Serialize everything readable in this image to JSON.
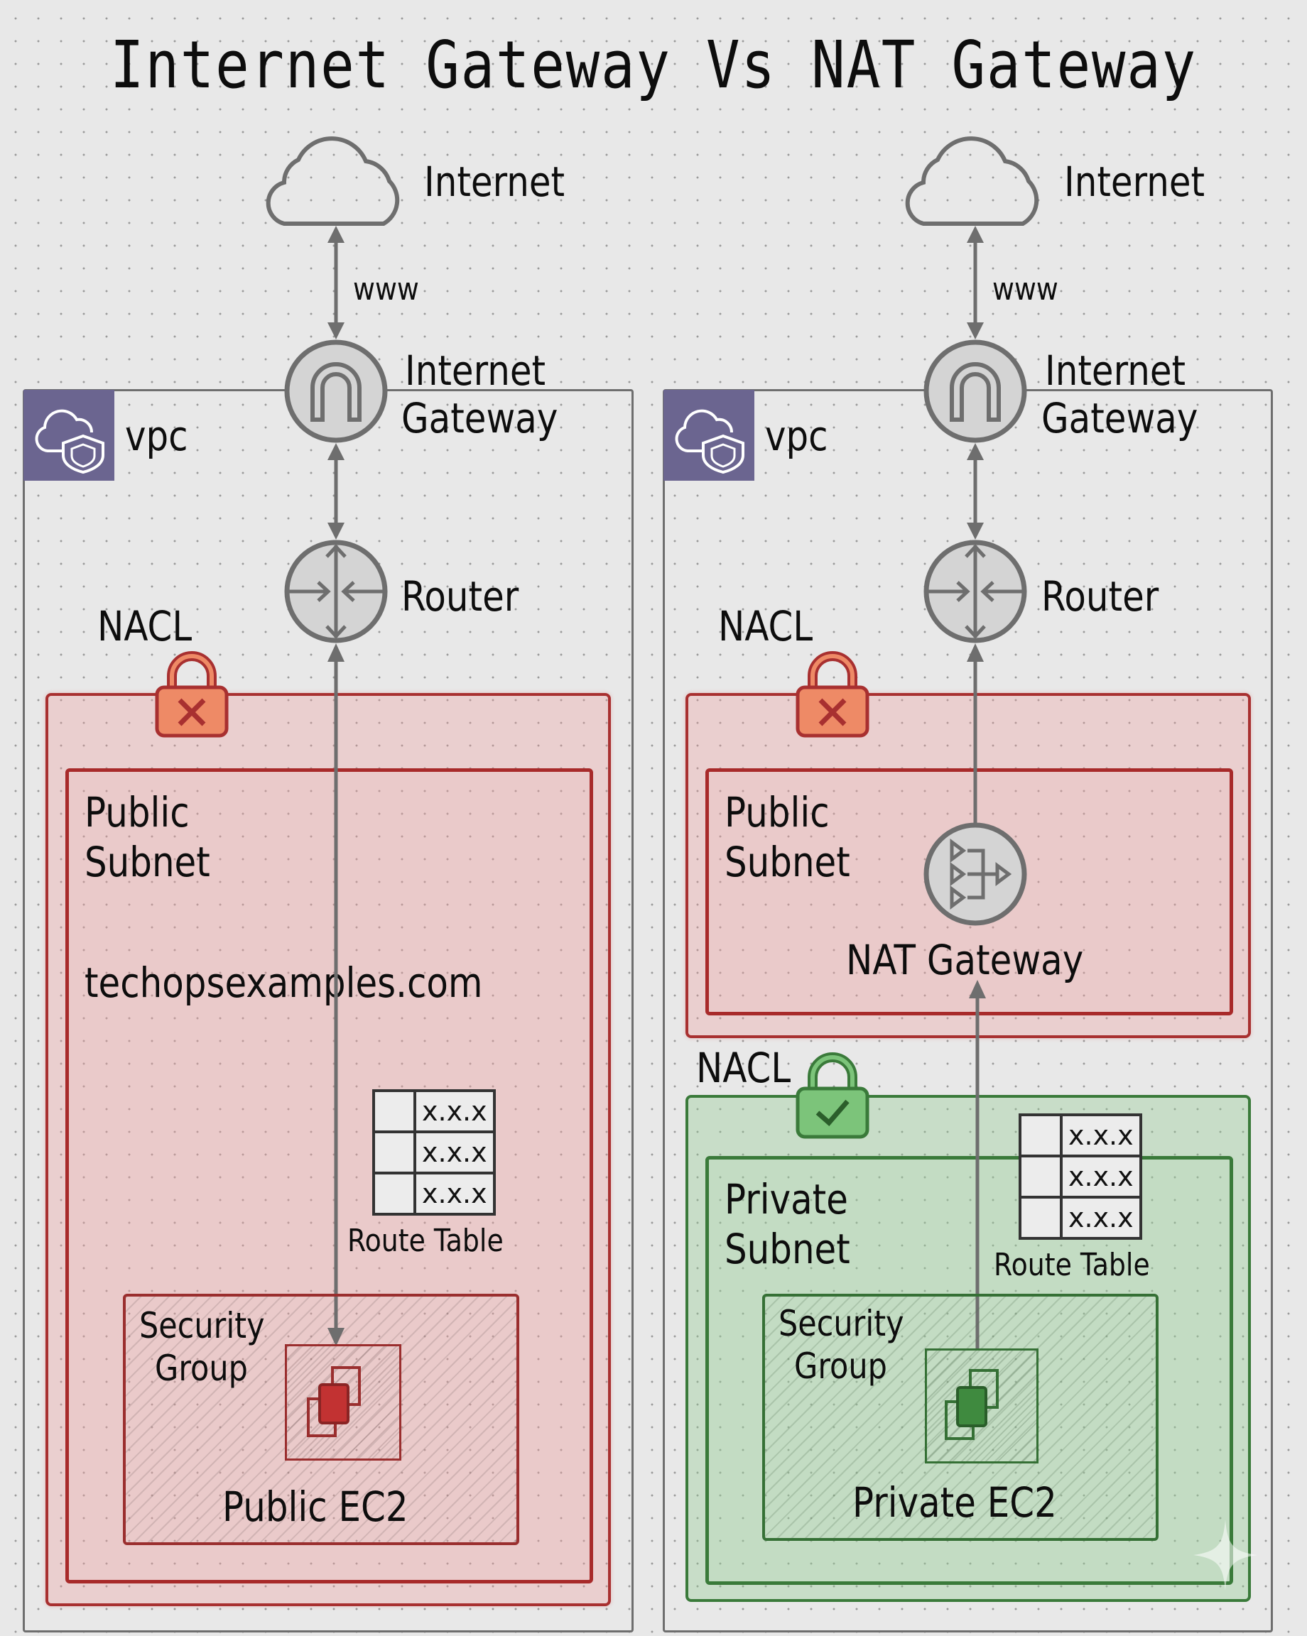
{
  "title": "Internet Gateway Vs NAT Gateway",
  "left": {
    "internet_label": "Internet",
    "www_label": "www",
    "igw_label_line1": "Internet",
    "igw_label_line2": "Gateway",
    "vpc_label": "vpc",
    "router_label": "Router",
    "nacl_label": "NACL",
    "nacl_status": "deny",
    "subnet_label_line1": "Public",
    "subnet_label_line2": "Subnet",
    "domain_label": "techopsexamples.com",
    "route_table": {
      "rows": [
        "x.x.x",
        "x.x.x",
        "x.x.x"
      ],
      "label": "Route Table"
    },
    "sg_label_line1": "Security",
    "sg_label_line2": "Group",
    "ec2_label": "Public EC2"
  },
  "right": {
    "internet_label": "Internet",
    "www_label": "www",
    "igw_label_line1": "Internet",
    "igw_label_line2": "Gateway",
    "vpc_label": "vpc",
    "router_label": "Router",
    "public_nacl_label": "NACL",
    "public_nacl_status": "deny",
    "public_subnet_label_line1": "Public",
    "public_subnet_label_line2": "Subnet",
    "nat_label": "NAT Gateway",
    "private_nacl_label": "NACL",
    "private_nacl_status": "allow",
    "private_subnet_label_line1": "Private",
    "private_subnet_label_line2": "Subnet",
    "route_table": {
      "rows": [
        "x.x.x",
        "x.x.x",
        "x.x.x"
      ],
      "label": "Route Table"
    },
    "sg_label_line1": "Security",
    "sg_label_line2": "Group",
    "ec2_label": "Private EC2"
  },
  "colors": {
    "vpc_badge": "#6b6590",
    "deny_red": "#a83030",
    "deny_lock_fill": "#ee8a66",
    "allow_green": "#3a7a3a",
    "allow_lock_fill": "#7cc47a",
    "connector_gray": "#6e6e6e"
  },
  "icons": {
    "cloud": "cloud-icon",
    "igw": "internet-gateway-icon",
    "router": "router-icon",
    "nat": "nat-gateway-icon",
    "vpc": "vpc-cloud-shield-icon",
    "lock_deny": "lock-x-icon",
    "lock_allow": "lock-check-icon",
    "ec2": "ec2-instance-icon"
  }
}
